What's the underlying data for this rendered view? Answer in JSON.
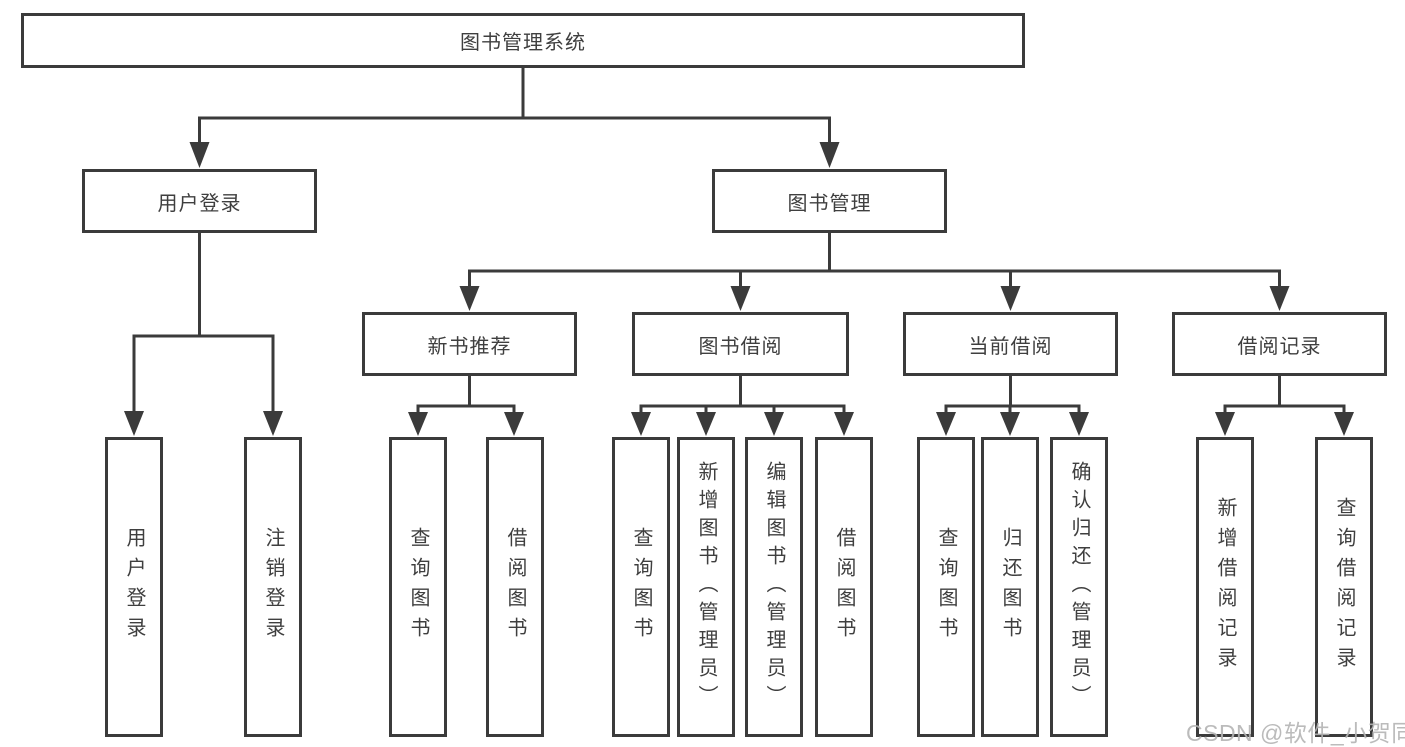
{
  "diagram": {
    "type": "function-structure-tree",
    "colors": {
      "line": "#3b3b3b",
      "box_border": "#3b3b3b",
      "text": "#3f3f3f",
      "watermark": "#b4b4b4",
      "background": "#ffffff"
    },
    "tree": {
      "root": {
        "label": "图书管理系统",
        "children": [
          {
            "label": "用户登录",
            "children": [
              {
                "label": "用户登录"
              },
              {
                "label": "注销登录"
              }
            ]
          },
          {
            "label": "图书管理",
            "children": [
              {
                "label": "新书推荐",
                "children": [
                  {
                    "label": "查询图书"
                  },
                  {
                    "label": "借阅图书"
                  }
                ]
              },
              {
                "label": "图书借阅",
                "children": [
                  {
                    "label": "查询图书"
                  },
                  {
                    "label": "新增图书（管理员）"
                  },
                  {
                    "label": "编辑图书（管理员）"
                  },
                  {
                    "label": "借阅图书"
                  }
                ]
              },
              {
                "label": "当前借阅",
                "children": [
                  {
                    "label": "查询图书"
                  },
                  {
                    "label": "归还图书"
                  },
                  {
                    "label": "确认归还（管理员）"
                  }
                ]
              },
              {
                "label": "借阅记录",
                "children": [
                  {
                    "label": "新增借阅记录"
                  },
                  {
                    "label": "查询借阅记录"
                  }
                ]
              }
            ]
          }
        ]
      }
    }
  },
  "watermark": {
    "text": "CSDN @软件_小贺同学"
  }
}
